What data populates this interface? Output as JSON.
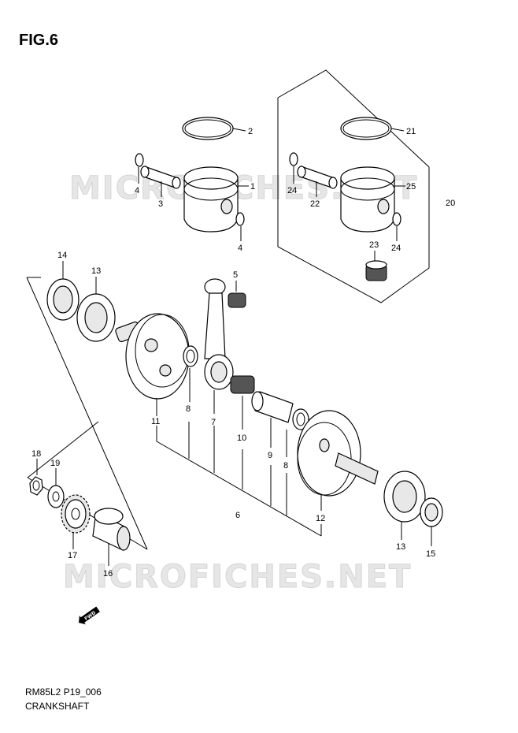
{
  "figure": {
    "title": "FIG.6",
    "code": "RM85L2 P19_006",
    "name": "CRANKSHAFT"
  },
  "watermarks": [
    {
      "text": "MICROFICHES.NET"
    },
    {
      "text": "MICROFICHES.NET"
    }
  ],
  "callouts": [
    {
      "label": "1"
    },
    {
      "label": "2"
    },
    {
      "label": "3"
    },
    {
      "label": "4"
    },
    {
      "label": "4"
    },
    {
      "label": "5"
    },
    {
      "label": "6"
    },
    {
      "label": "7"
    },
    {
      "label": "8"
    },
    {
      "label": "8"
    },
    {
      "label": "9"
    },
    {
      "label": "10"
    },
    {
      "label": "11"
    },
    {
      "label": "12"
    },
    {
      "label": "13"
    },
    {
      "label": "13"
    },
    {
      "label": "14"
    },
    {
      "label": "15"
    },
    {
      "label": "16"
    },
    {
      "label": "17"
    },
    {
      "label": "18"
    },
    {
      "label": "19"
    },
    {
      "label": "20"
    },
    {
      "label": "21"
    },
    {
      "label": "22"
    },
    {
      "label": "23"
    },
    {
      "label": "24"
    },
    {
      "label": "24"
    },
    {
      "label": "25"
    }
  ],
  "direction_badge": "FWD"
}
